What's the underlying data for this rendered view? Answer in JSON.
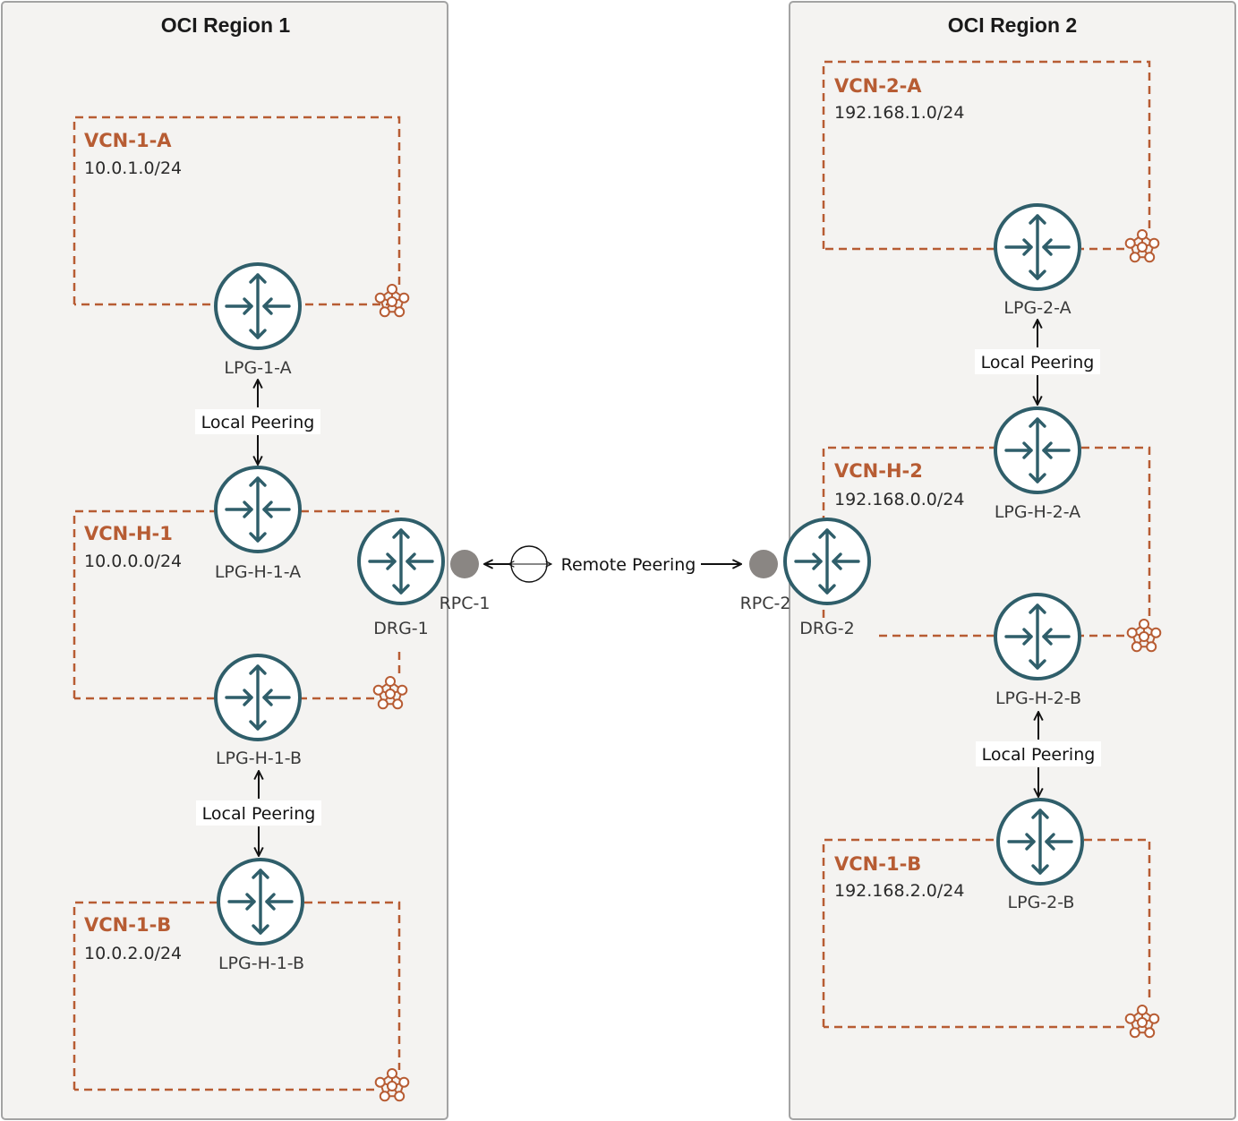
{
  "colors": {
    "region_fill": "#f4f3f1",
    "region_stroke": "#a3a3a3",
    "vcn_accent": "#b75c33",
    "router_teal": "#2f5e6a",
    "rpc_gray": "#8a8683",
    "arrow": "#111111"
  },
  "icons": {
    "router": "router-icon",
    "vcn": "vcn-network-icon",
    "rpc": "rpc-dot-icon",
    "remote_link": "remote-link-circle-icon"
  },
  "regions": [
    {
      "id": "region-1",
      "title": "OCI Region 1"
    },
    {
      "id": "region-2",
      "title": "OCI Region 2"
    }
  ],
  "vcns": [
    {
      "id": "vcn-1-a",
      "name": "VCN-1-A",
      "cidr": "10.0.1.0/24"
    },
    {
      "id": "vcn-h-1",
      "name": "VCN-H-1",
      "cidr": "10.0.0.0/24"
    },
    {
      "id": "vcn-1-b-left",
      "name": "VCN-1-B",
      "cidr": "10.0.2.0/24"
    },
    {
      "id": "vcn-2-a",
      "name": "VCN-2-A",
      "cidr": "192.168.1.0/24"
    },
    {
      "id": "vcn-h-2",
      "name": "VCN-H-2",
      "cidr": "192.168.0.0/24"
    },
    {
      "id": "vcn-1-b-right",
      "name": "VCN-1-B",
      "cidr": "192.168.2.0/24"
    }
  ],
  "routers": [
    {
      "id": "lpg-1-a",
      "label": "LPG-1-A"
    },
    {
      "id": "lpg-h-1-a",
      "label": "LPG-H-1-A"
    },
    {
      "id": "lpg-h-1-b",
      "label": "LPG-H-1-B"
    },
    {
      "id": "lpg-h-1-b-2",
      "label": "LPG-H-1-B"
    },
    {
      "id": "drg-1",
      "label": "DRG-1"
    },
    {
      "id": "lpg-2-a",
      "label": "LPG-2-A"
    },
    {
      "id": "lpg-h-2-a",
      "label": "LPG-H-2-A"
    },
    {
      "id": "drg-2",
      "label": "DRG-2"
    },
    {
      "id": "lpg-h-2-b",
      "label": "LPG-H-2-B"
    },
    {
      "id": "lpg-2-b",
      "label": "LPG-2-B"
    }
  ],
  "rpcs": [
    {
      "id": "rpc-1",
      "label": "RPC-1"
    },
    {
      "id": "rpc-2",
      "label": "RPC-2"
    }
  ],
  "peerings": [
    {
      "id": "local-peering-1",
      "label": "Local Peering"
    },
    {
      "id": "local-peering-2",
      "label": "Local Peering"
    },
    {
      "id": "local-peering-3",
      "label": "Local Peering"
    },
    {
      "id": "local-peering-4",
      "label": "Local Peering"
    },
    {
      "id": "remote-peering",
      "label": "Remote Peering"
    }
  ]
}
